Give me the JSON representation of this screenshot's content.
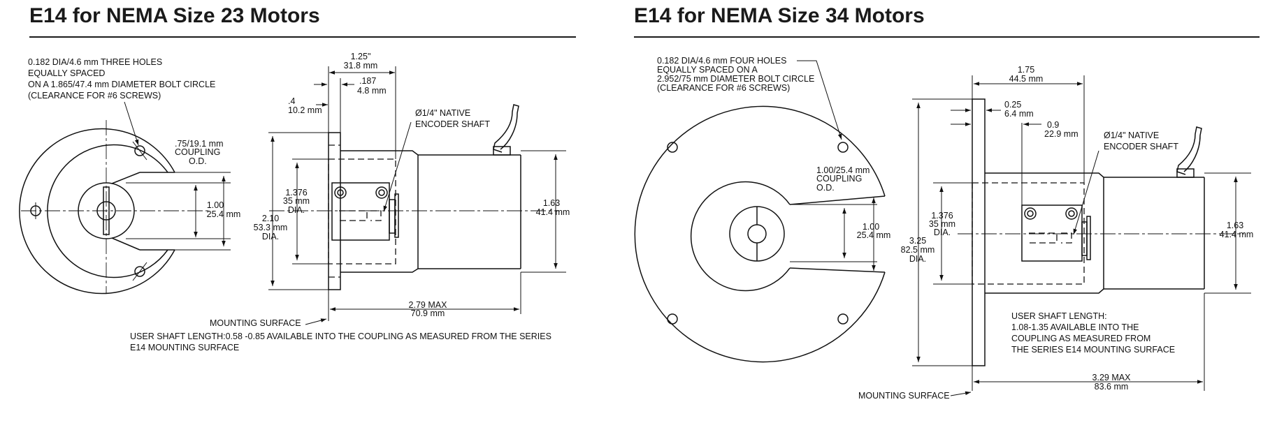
{
  "left": {
    "title": "E14 for NEMA Size 23 Motors",
    "holes_note": [
      "0.182 DIA/4.6 mm THREE HOLES",
      "EQUALLY SPACED",
      "ON A 1.865/47.4 mm DIAMETER BOLT CIRCLE",
      "(CLEARANCE FOR #6 SCREWS)"
    ],
    "coupling_od": [
      ".75/19.1 mm",
      "COUPLING",
      "O.D."
    ],
    "dim_100": [
      "1.00",
      "25.4 mm"
    ],
    "dim_125": [
      "1.25\"",
      "31.8 mm"
    ],
    "dim_187": [
      ".187",
      "4.8 mm"
    ],
    "dim_4": [
      ".4",
      "10.2 mm"
    ],
    "native_shaft": [
      "Ø1/4\" NATIVE",
      "ENCODER SHAFT"
    ],
    "dim_1376": [
      "1.376",
      "35 mm",
      "DIA."
    ],
    "dim_210": [
      "2.10",
      "53.3 mm",
      "DIA."
    ],
    "dim_163": [
      "1.63",
      "41.4 mm"
    ],
    "dim_279": [
      "2.79 MAX",
      "70.9 mm"
    ],
    "mounting_surface": "MOUNTING SURFACE",
    "user_shaft": [
      "USER SHAFT LENGTH:0.58 -0.85 AVAILABLE INTO THE COUPLING AS MEASURED FROM THE SERIES",
      "E14 MOUNTING SURFACE"
    ]
  },
  "right": {
    "title": "E14 for NEMA Size 34 Motors",
    "holes_note": [
      "0.182 DIA/4.6 mm FOUR HOLES",
      "EQUALLY SPACED ON A",
      "2.952/75 mm DIAMETER BOLT CIRCLE",
      "(CLEARANCE FOR #6 SCREWS)"
    ],
    "coupling_od": [
      "1.00/25.4 mm",
      "COUPLING",
      "O.D."
    ],
    "dim_100": [
      "1.00",
      "25.4 mm"
    ],
    "dim_175": [
      "1.75",
      "44.5 mm"
    ],
    "dim_025": [
      "0.25",
      "6.4 mm"
    ],
    "dim_09": [
      "0.9",
      "22.9 mm"
    ],
    "native_shaft": [
      "Ø1/4\" NATIVE",
      "ENCODER SHAFT"
    ],
    "dim_1376": [
      "1.376",
      "35 mm",
      "DIA."
    ],
    "dim_325": [
      "3.25",
      "82.5 mm",
      "DIA."
    ],
    "dim_163": [
      "1.63",
      "41.4 mm"
    ],
    "dim_329": [
      "3.29 MAX",
      "83.6 mm"
    ],
    "mounting_surface": "MOUNTING SURFACE",
    "user_shaft": [
      "USER SHAFT LENGTH:",
      "1.08-1.35 AVAILABLE INTO THE",
      "COUPLING AS MEASURED FROM",
      "THE SERIES E14 MOUNTING SURFACE"
    ]
  }
}
